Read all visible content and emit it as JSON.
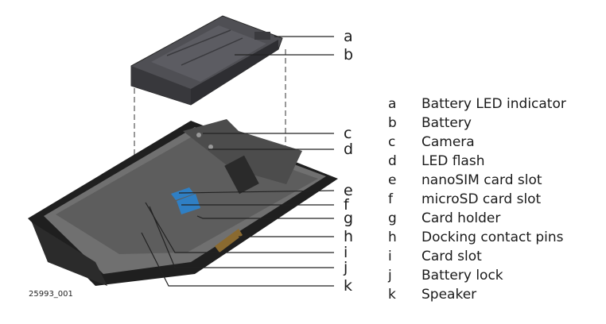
{
  "figure_id": "25993_001",
  "callouts": [
    {
      "key": "a",
      "label": "Battery LED indicator"
    },
    {
      "key": "b",
      "label": "Battery"
    },
    {
      "key": "c",
      "label": "Camera"
    },
    {
      "key": "d",
      "label": "LED flash"
    },
    {
      "key": "e",
      "label": "nanoSIM card slot"
    },
    {
      "key": "f",
      "label": "microSD card slot"
    },
    {
      "key": "g",
      "label": "Card holder"
    },
    {
      "key": "h",
      "label": "Docking contact pins"
    },
    {
      "key": "i",
      "label": "Card slot"
    },
    {
      "key": "j",
      "label": "Battery lock"
    },
    {
      "key": "k",
      "label": "Speaker"
    }
  ],
  "colors": {
    "card_blue": "#2f7fc4",
    "body_gray": "#6e6e6e",
    "bumper_black": "#1e1e1e",
    "battery_dark": "#4a4a4e"
  }
}
